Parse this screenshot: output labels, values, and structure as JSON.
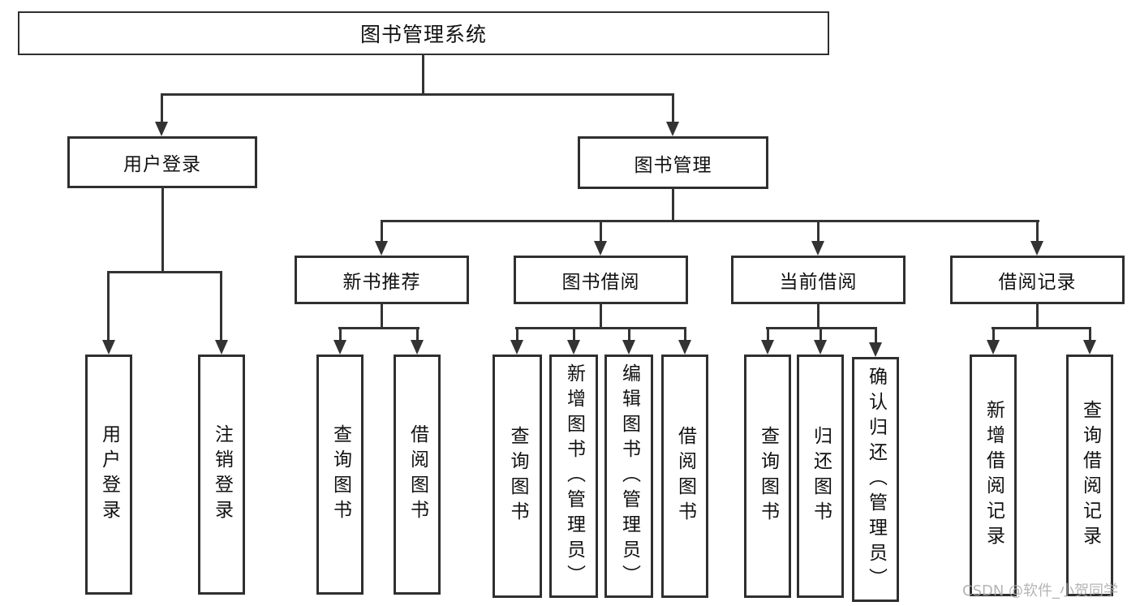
{
  "colors": {
    "line": "#333333",
    "box_border": "#2f2f2f",
    "text": "#111111",
    "watermark": "#a8a8a8"
  },
  "watermark": {
    "text": "CSDN @软件_小贺同学"
  },
  "tree": {
    "label": "图书管理系统",
    "children": [
      {
        "label": "用户登录",
        "children": [
          {
            "label": "用户登录"
          },
          {
            "label": "注销登录"
          }
        ]
      },
      {
        "label": "图书管理",
        "children": [
          {
            "label": "新书推荐",
            "children": [
              {
                "label": "查询图书"
              },
              {
                "label": "借阅图书"
              }
            ]
          },
          {
            "label": "图书借阅",
            "children": [
              {
                "label": "查询图书"
              },
              {
                "label": "新增图书（管理员）"
              },
              {
                "label": "编辑图书（管理员）"
              },
              {
                "label": "借阅图书"
              }
            ]
          },
          {
            "label": "当前借阅",
            "children": [
              {
                "label": "查询图书"
              },
              {
                "label": "归还图书"
              },
              {
                "label": "确认归还（管理员）"
              }
            ]
          },
          {
            "label": "借阅记录",
            "children": [
              {
                "label": "新增借阅记录"
              },
              {
                "label": "查询借阅记录"
              }
            ]
          }
        ]
      }
    ]
  }
}
